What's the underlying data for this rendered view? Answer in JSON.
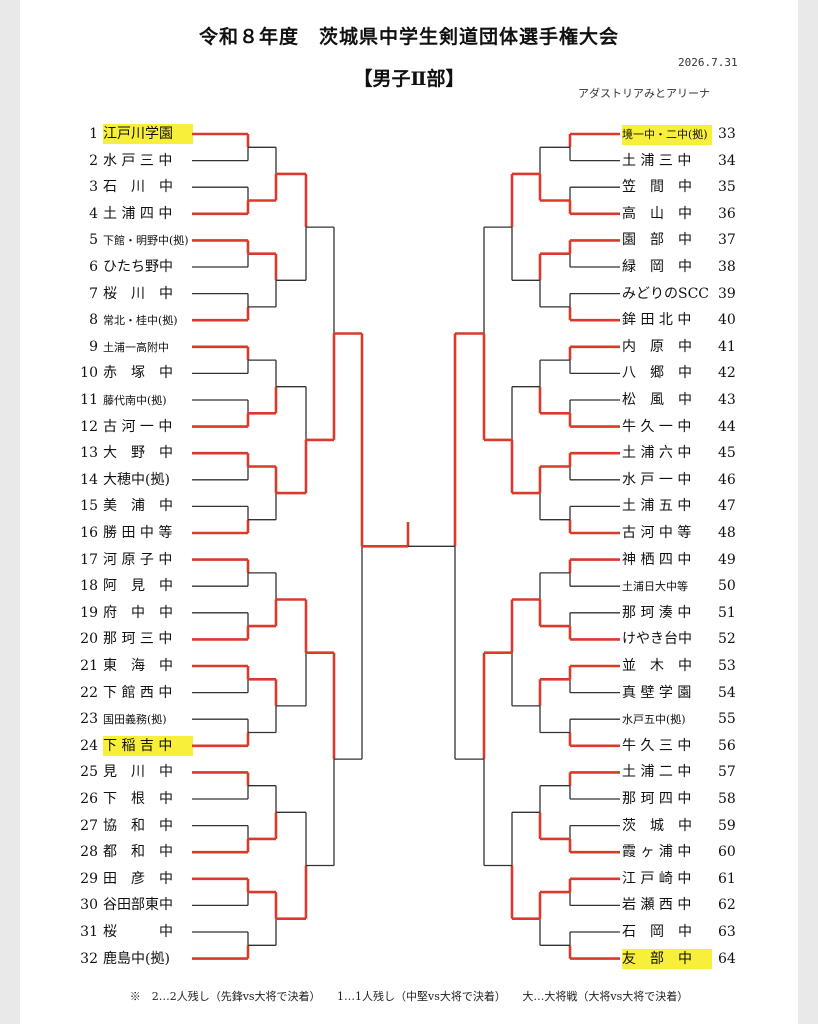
{
  "header": {
    "title": "令和８年度　茨城県中学生剣道団体選手権大会",
    "division": "【男子Ⅱ部】",
    "date": "2026.7.31",
    "venue": "アダストリアみとアリーナ"
  },
  "left_teams": [
    {
      "num": "1",
      "name": "江戸川学園",
      "highlight": true
    },
    {
      "num": "2",
      "name": "水 戸 三 中"
    },
    {
      "num": "3",
      "name": "石　川　中"
    },
    {
      "num": "4",
      "name": "土 浦 四 中"
    },
    {
      "num": "5",
      "name": "下館・明野中(拠)",
      "small": true
    },
    {
      "num": "6",
      "name": "ひたち野中"
    },
    {
      "num": "7",
      "name": "桜　川　中"
    },
    {
      "num": "8",
      "name": "常北・桂中(拠)",
      "small": true
    },
    {
      "num": "9",
      "name": "土浦一高附中",
      "small": true
    },
    {
      "num": "10",
      "name": "赤　塚　中"
    },
    {
      "num": "11",
      "name": "藤代南中(拠)",
      "small": true
    },
    {
      "num": "12",
      "name": "古 河 一 中"
    },
    {
      "num": "13",
      "name": "大　野　中"
    },
    {
      "num": "14",
      "name": "大穂中(拠)"
    },
    {
      "num": "15",
      "name": "美　浦　中"
    },
    {
      "num": "16",
      "name": "勝 田 中 等"
    },
    {
      "num": "17",
      "name": "河 原 子 中"
    },
    {
      "num": "18",
      "name": "阿　見　中"
    },
    {
      "num": "19",
      "name": "府　中　中"
    },
    {
      "num": "20",
      "name": "那 珂 三 中"
    },
    {
      "num": "21",
      "name": "東　海　中"
    },
    {
      "num": "22",
      "name": "下 館 西 中"
    },
    {
      "num": "23",
      "name": "国田義務(拠)",
      "small": true
    },
    {
      "num": "24",
      "name": "下 稲 吉 中",
      "highlight": true
    },
    {
      "num": "25",
      "name": "見　川　中"
    },
    {
      "num": "26",
      "name": "下　根　中"
    },
    {
      "num": "27",
      "name": "協　和　中"
    },
    {
      "num": "28",
      "name": "都　和　中"
    },
    {
      "num": "29",
      "name": "田　彦　中"
    },
    {
      "num": "30",
      "name": "谷田部東中"
    },
    {
      "num": "31",
      "name": "桜　　　中"
    },
    {
      "num": "32",
      "name": "鹿島中(拠)"
    }
  ],
  "right_teams": [
    {
      "num": "33",
      "name": "境一中・二中(拠)",
      "highlight": true,
      "small": true
    },
    {
      "num": "34",
      "name": "土 浦 三 中"
    },
    {
      "num": "35",
      "name": "笠　間　中"
    },
    {
      "num": "36",
      "name": "高　山　中"
    },
    {
      "num": "37",
      "name": "園　部　中"
    },
    {
      "num": "38",
      "name": "緑　岡　中"
    },
    {
      "num": "39",
      "name": "みどりのSCC"
    },
    {
      "num": "40",
      "name": "鉾 田 北 中"
    },
    {
      "num": "41",
      "name": "内　原　中"
    },
    {
      "num": "42",
      "name": "八　郷　中"
    },
    {
      "num": "43",
      "name": "松　風　中"
    },
    {
      "num": "44",
      "name": "牛 久 一 中"
    },
    {
      "num": "45",
      "name": "土 浦 六 中"
    },
    {
      "num": "46",
      "name": "水 戸 一 中"
    },
    {
      "num": "47",
      "name": "土 浦 五 中"
    },
    {
      "num": "48",
      "name": "古 河 中 等"
    },
    {
      "num": "49",
      "name": "神 栖 四 中"
    },
    {
      "num": "50",
      "name": "土浦日大中等",
      "small": true
    },
    {
      "num": "51",
      "name": "那 珂 湊 中"
    },
    {
      "num": "52",
      "name": "けやき台中"
    },
    {
      "num": "53",
      "name": "並　木　中"
    },
    {
      "num": "54",
      "name": "真 壁 学 園"
    },
    {
      "num": "55",
      "name": "水戸五中(拠)",
      "small": true
    },
    {
      "num": "56",
      "name": "牛 久 三 中"
    },
    {
      "num": "57",
      "name": "土 浦 二 中"
    },
    {
      "num": "58",
      "name": "那 珂 四 中"
    },
    {
      "num": "59",
      "name": "茨　城　中"
    },
    {
      "num": "60",
      "name": "霞 ヶ 浦 中"
    },
    {
      "num": "61",
      "name": "江 戸 崎 中"
    },
    {
      "num": "62",
      "name": "岩 瀬 西 中"
    },
    {
      "num": "63",
      "name": "石　岡　中"
    },
    {
      "num": "64",
      "name": "友　部　中",
      "highlight": true
    }
  ],
  "legend": "※　2…2人残し（先鋒vs大将で決着）　　1…1人残し（中堅vs大将で決着）　　大…大将戦（大将vs大将で決着）",
  "colors": {
    "win_line": "#d93a2b",
    "lose_line": "#333333",
    "highlight": "#f8ef3a"
  }
}
